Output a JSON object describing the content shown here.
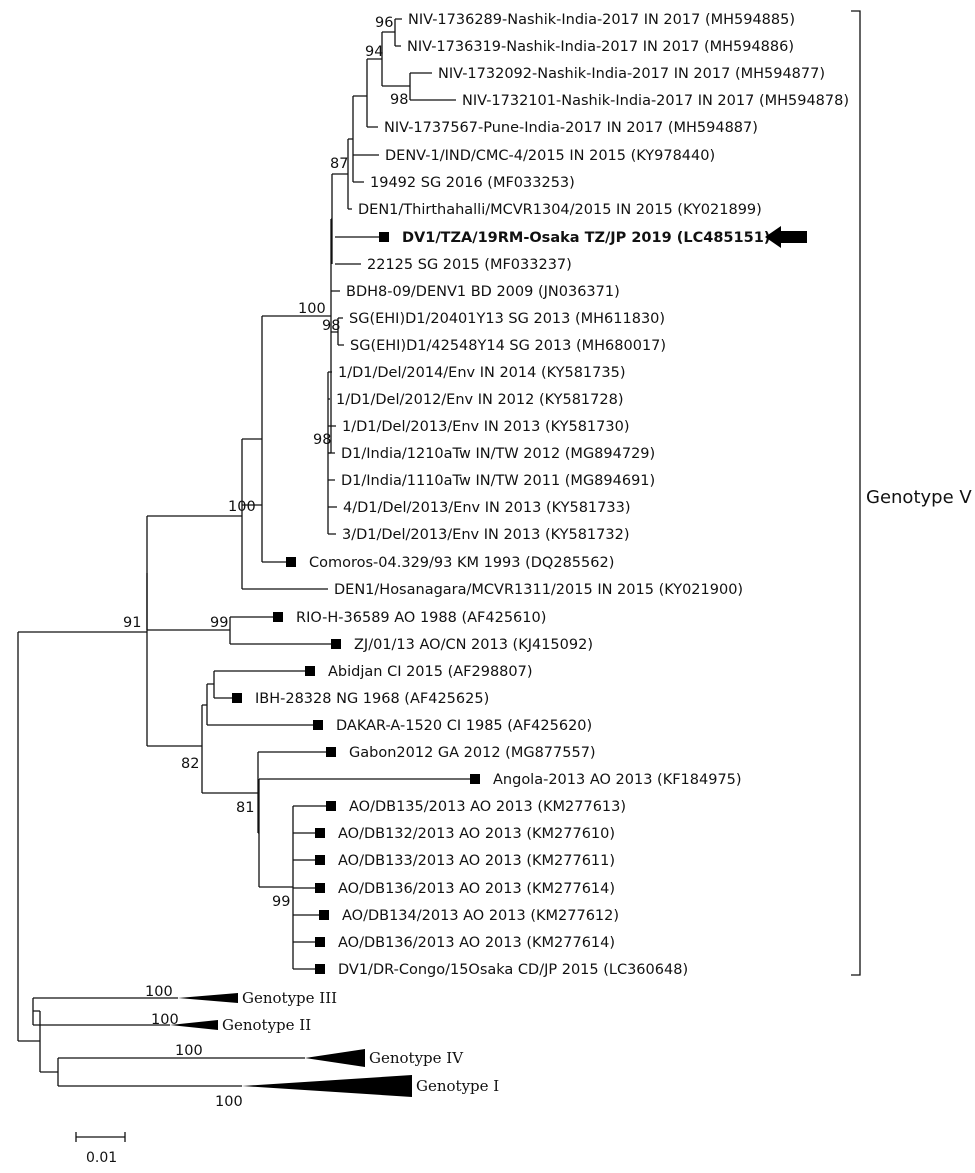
{
  "leaves": [
    {
      "label": "NIV-1736289-Nashik-India-2017 IN 2017 (MH594885)",
      "marker": false,
      "bold": false
    },
    {
      "label": "NIV-1736319-Nashik-India-2017 IN 2017 (MH594886)",
      "marker": false,
      "bold": false
    },
    {
      "label": "NIV-1732092-Nashik-India-2017 IN 2017 (MH594877)",
      "marker": false,
      "bold": false
    },
    {
      "label": "NIV-1732101-Nashik-India-2017 IN 2017 (MH594878)",
      "marker": false,
      "bold": false
    },
    {
      "label": "NIV-1737567-Pune-India-2017 IN 2017 (MH594887)",
      "marker": false,
      "bold": false
    },
    {
      "label": "DENV-1/IND/CMC-4/2015 IN 2015 (KY978440)",
      "marker": false,
      "bold": false
    },
    {
      "label": "19492 SG 2016 (MF033253)",
      "marker": false,
      "bold": false
    },
    {
      "label": "DEN1/Thirthahalli/MCVR1304/2015 IN 2015 (KY021899)",
      "marker": false,
      "bold": false
    },
    {
      "label": "DV1/TZA/19RM-Osaka TZ/JP 2019 (LC485151)",
      "marker": true,
      "bold": true
    },
    {
      "label": "22125 SG 2015 (MF033237)",
      "marker": false,
      "bold": false
    },
    {
      "label": "BDH8-09/DENV1 BD 2009 (JN036371)",
      "marker": false,
      "bold": false
    },
    {
      "label": "SG(EHI)D1/20401Y13 SG 2013 (MH611830)",
      "marker": false,
      "bold": false
    },
    {
      "label": "SG(EHI)D1/42548Y14 SG 2013 (MH680017)",
      "marker": false,
      "bold": false
    },
    {
      "label": "1/D1/Del/2014/Env IN 2014 (KY581735)",
      "marker": false,
      "bold": false
    },
    {
      "label": "1/D1/Del/2012/Env IN 2012 (KY581728)",
      "marker": false,
      "bold": false
    },
    {
      "label": "1/D1/Del/2013/Env IN 2013 (KY581730)",
      "marker": false,
      "bold": false
    },
    {
      "label": "D1/India/1210aTw IN/TW 2012 (MG894729)",
      "marker": false,
      "bold": false
    },
    {
      "label": "D1/India/1110aTw IN/TW 2011 (MG894691)",
      "marker": false,
      "bold": false
    },
    {
      "label": "4/D1/Del/2013/Env IN 2013 (KY581733)",
      "marker": false,
      "bold": false
    },
    {
      "label": "3/D1/Del/2013/Env IN 2013 (KY581732)",
      "marker": false,
      "bold": false
    },
    {
      "label": "Comoros-04.329/93 KM 1993 (DQ285562)",
      "marker": true,
      "bold": false
    },
    {
      "label": "DEN1/Hosanagara/MCVR1311/2015 IN 2015 (KY021900)",
      "marker": false,
      "bold": false
    },
    {
      "label": "RIO-H-36589 AO 1988 (AF425610)",
      "marker": true,
      "bold": false
    },
    {
      "label": "ZJ/01/13 AO/CN 2013 (KJ415092)",
      "marker": true,
      "bold": false
    },
    {
      "label": "Abidjan CI 2015 (AF298807)",
      "marker": true,
      "bold": false
    },
    {
      "label": "IBH-28328 NG 1968 (AF425625)",
      "marker": true,
      "bold": false
    },
    {
      "label": "DAKAR-A-1520 CI 1985 (AF425620)",
      "marker": true,
      "bold": false
    },
    {
      "label": "Gabon2012 GA 2012 (MG877557)",
      "marker": true,
      "bold": false
    },
    {
      "label": "Angola-2013 AO 2013 (KF184975)",
      "marker": true,
      "bold": false
    },
    {
      "label": "AO/DB135/2013 AO 2013 (KM277613)",
      "marker": true,
      "bold": false
    },
    {
      "label": "AO/DB132/2013 AO 2013 (KM277610)",
      "marker": true,
      "bold": false
    },
    {
      "label": "AO/DB133/2013 AO 2013 (KM277611)",
      "marker": true,
      "bold": false
    },
    {
      "label": "AO/DB136/2013 AO 2013 (KM277614)",
      "marker": true,
      "bold": false
    },
    {
      "label": "AO/DB134/2013 AO 2013 (KM277612)",
      "marker": true,
      "bold": false
    },
    {
      "label": "AO/DB136/2013 AO 2013 (KM277614)",
      "marker": true,
      "bold": false
    },
    {
      "label": "DV1/DR-Congo/15Osaka CD/JP 2015 (LC360648)",
      "marker": true,
      "bold": false
    }
  ],
  "bootstrap_values": [
    "96",
    "94",
    "98",
    "87",
    "100",
    "98",
    "98",
    "100",
    "91",
    "99",
    "82",
    "81",
    "99",
    "100",
    "100",
    "100",
    "100"
  ],
  "collapsed_clades": [
    {
      "label": "Genotype III",
      "support": "100"
    },
    {
      "label": "Genotype II",
      "support": "100"
    },
    {
      "label": "Genotype IV",
      "support": "100"
    },
    {
      "label": "Genotype I",
      "support": "100"
    }
  ],
  "bracket_label": "Genotype V",
  "scale_bar": {
    "label": "0.01"
  },
  "highlight_arrow": {
    "icon": "left-arrow-icon",
    "target": "DV1/TZA/19RM-Osaka TZ/JP 2019 (LC485151)"
  }
}
